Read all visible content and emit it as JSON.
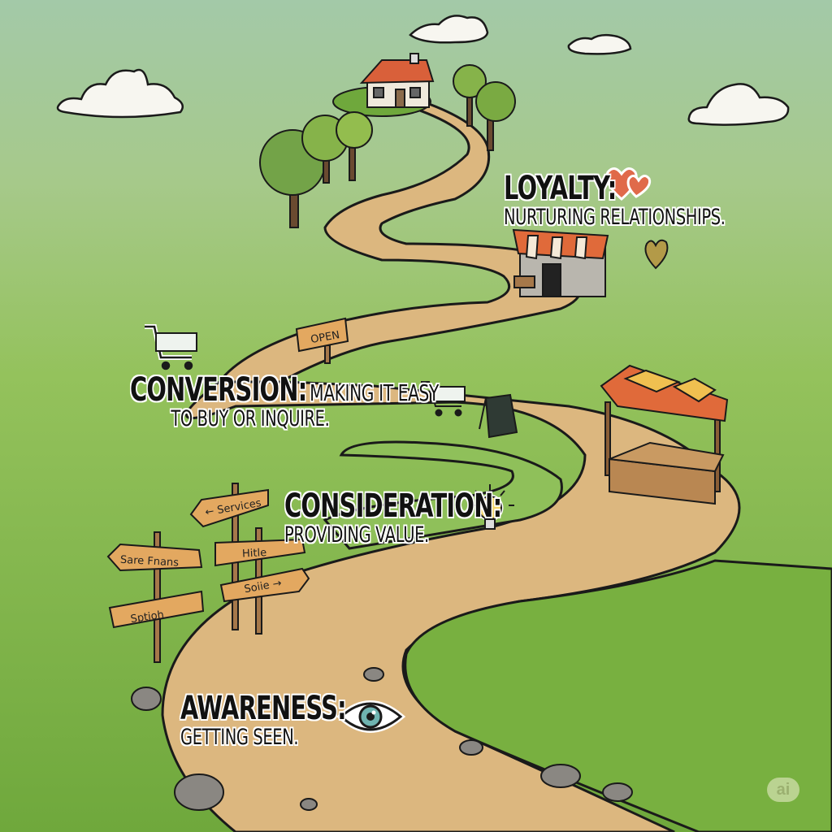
{
  "illustration": {
    "subject": "Customer journey road winding up a hill",
    "colors": {
      "sky_top": "#a3c9a8",
      "grass_mid": "#8fc05a",
      "grass_bottom": "#6fa83c",
      "path": "#dcb77f",
      "outline": "#1a1a1a",
      "heart": "#e06a4a",
      "awning_red": "#e06a3a",
      "awning_yellow": "#f0c050",
      "eye_iris": "#6fb3b0",
      "bulb": "#f2d46a"
    }
  },
  "stages": [
    {
      "id": "loyalty",
      "title": "LOYALTY:",
      "subtitle": "NURTURING RELATIONSHIPS.",
      "icon": "hearts-icon"
    },
    {
      "id": "conversion",
      "title": "CONVERSION:",
      "subtitle_line1": "MAKING IT EASY",
      "subtitle_line2": "TO BUY OR INQUIRE.",
      "icon": "shopping-cart-icon"
    },
    {
      "id": "consideration",
      "title": "CONSIDERATION:",
      "subtitle": "PROVIDING VALUE.",
      "icon": "lightbulb-icon"
    },
    {
      "id": "awareness",
      "title": "AWARENESS:",
      "subtitle": "GETTING SEEN.",
      "icon": "eye-icon"
    }
  ],
  "signs": {
    "open_sign": "OPEN",
    "signpost": [
      "← Services",
      "Sare Fnans",
      "Hitle",
      "Soiie →",
      "Sptioh"
    ]
  },
  "watermark": "ai"
}
